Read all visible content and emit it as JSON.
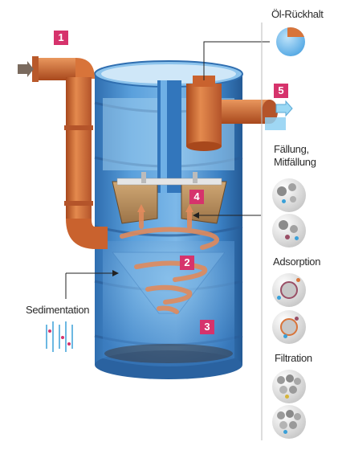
{
  "labels": {
    "oil": "Öl-Rückhalt",
    "precip_line1": "Fällung,",
    "precip_line2": "Mitfällung",
    "adsorption": "Adsorption",
    "filtration": "Filtration",
    "sedimentation": "Sedimentation"
  },
  "badges": [
    "1",
    "2",
    "3",
    "4",
    "5"
  ],
  "colors": {
    "badge": "#d6336c",
    "tank": "#3f86c8",
    "pipe": "#d8743a"
  }
}
